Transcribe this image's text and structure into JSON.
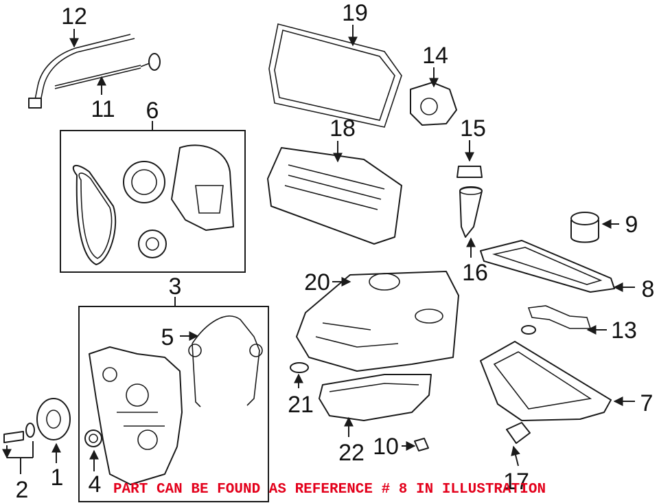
{
  "references": {
    "r1": "1",
    "r2": "2",
    "r3": "3",
    "r4": "4",
    "r5": "5",
    "r6": "6",
    "r7": "7",
    "r8": "8",
    "r9": "9",
    "r10": "10",
    "r11": "11",
    "r12": "12",
    "r13": "13",
    "r14": "14",
    "r15": "15",
    "r16": "16",
    "r17": "17",
    "r18": "18",
    "r19": "19",
    "r20": "20",
    "r21": "21",
    "r22": "22"
  },
  "notice": {
    "text": "PART CAN BE FOUND AS REFERENCE # 8 IN ILLUSTRATION",
    "color": "#e3001b"
  }
}
